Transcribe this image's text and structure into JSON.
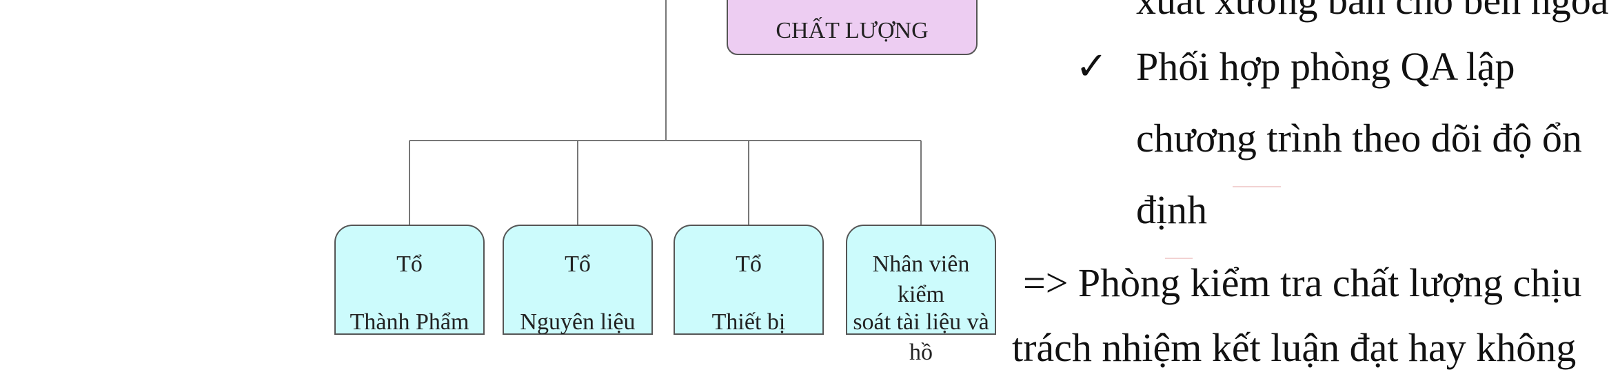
{
  "org_chart": {
    "top_box": "CHẤT LƯỢNG",
    "units": [
      {
        "line1": "Tổ",
        "line2": "Thành Phẩm"
      },
      {
        "line1": "Tổ",
        "line2": "Nguyên liệu"
      },
      {
        "line1": "Tổ",
        "line2": "Thiết bị"
      },
      {
        "line1": "Nhân viên kiểm",
        "line2": "soát tài liệu và hồ"
      }
    ]
  },
  "text": {
    "top_line": "xuất xưởng bán cho bên ngoài.",
    "bullet_mark": "✓",
    "bullet_lines": [
      "Phối   hợp   phòng   QA   lập",
      "chương  trình  theo  dõi  độ  ổn",
      "định"
    ],
    "conclusion_line1": "=> Phòng kiểm tra chất lượng chịu",
    "conclusion_line2": "trách nhiệm kết luận đạt hay không"
  },
  "colors": {
    "top_box": "#edcdf2",
    "unit_box": "#ccfbfc",
    "connector": "#777777"
  }
}
